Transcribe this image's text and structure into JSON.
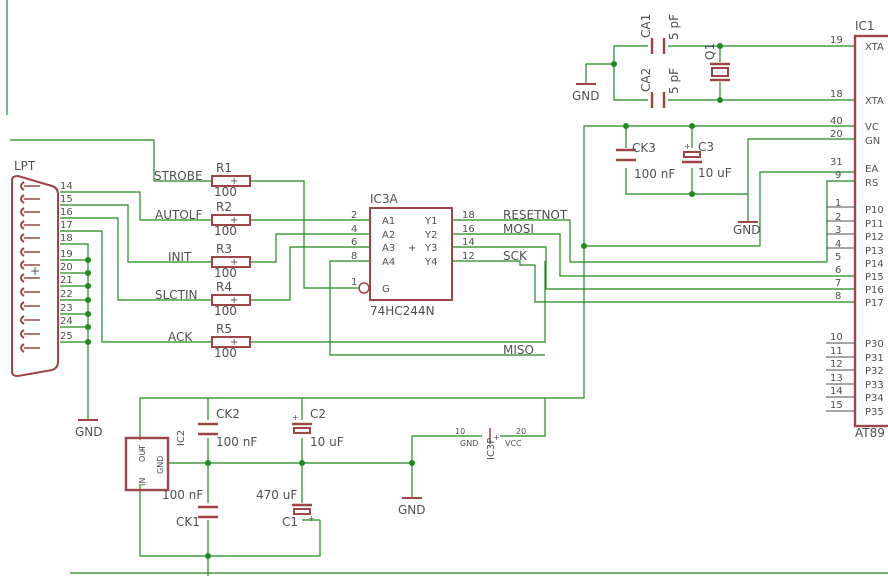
{
  "lpt": {
    "name": "LPT",
    "pins": [
      "14",
      "15",
      "16",
      "17",
      "18",
      "19",
      "20",
      "21",
      "22",
      "23",
      "24",
      "25"
    ]
  },
  "signals": {
    "strobe": "STROBE",
    "autolf": "AUTOLF",
    "init": "INIT",
    "slctin": "SLCTIN",
    "ack": "ACK"
  },
  "resistors": [
    {
      "name": "R1",
      "value": "100"
    },
    {
      "name": "R2",
      "value": "100"
    },
    {
      "name": "R3",
      "value": "100"
    },
    {
      "name": "R4",
      "value": "100"
    },
    {
      "name": "R5",
      "value": "100"
    }
  ],
  "buffer": {
    "name": "IC3A",
    "part": "74HC244N",
    "pins_in": [
      "A1",
      "A2",
      "A3",
      "A4",
      "G"
    ],
    "pins_out": [
      "Y1",
      "Y2",
      "Y3",
      "Y4"
    ],
    "num_in": [
      "2",
      "4",
      "6",
      "8",
      "1"
    ],
    "num_out": [
      "18",
      "16",
      "14",
      "12"
    ]
  },
  "nets": {
    "resetnot": "RESETNOT",
    "mosi": "MOSI",
    "sck": "SCK",
    "miso": "MISO",
    "gnd": "GND"
  },
  "mcu": {
    "name": "IC1",
    "part": "AT89",
    "top_pins": [
      {
        "num": "19",
        "label": "XTA"
      },
      {
        "num": "18",
        "label": "XTA"
      },
      {
        "num": "40",
        "label": "VC"
      },
      {
        "num": "20",
        "label": "GN"
      },
      {
        "num": "31",
        "label": "EA"
      },
      {
        "num": "9",
        "label": "RS"
      }
    ],
    "port1": [
      {
        "num": "1",
        "label": "P10"
      },
      {
        "num": "2",
        "label": "P11"
      },
      {
        "num": "3",
        "label": "P12"
      },
      {
        "num": "4",
        "label": "P13"
      },
      {
        "num": "5",
        "label": "P14"
      },
      {
        "num": "6",
        "label": "P15"
      },
      {
        "num": "7",
        "label": "P16"
      },
      {
        "num": "8",
        "label": "P17"
      }
    ],
    "port3": [
      {
        "num": "10",
        "label": "P30"
      },
      {
        "num": "11",
        "label": "P31"
      },
      {
        "num": "12",
        "label": "P32"
      },
      {
        "num": "13",
        "label": "P33"
      },
      {
        "num": "14",
        "label": "P34"
      },
      {
        "num": "15",
        "label": "P35"
      }
    ]
  },
  "crystal": {
    "name": "Q1",
    "ca1": "CA1",
    "ca1_val": "5 pF",
    "ca2": "CA2",
    "ca2_val": "5 pF"
  },
  "decoupling": {
    "ck3": "CK3",
    "ck3_val": "100 nF",
    "c3": "C3",
    "c3_val": "10 uF"
  },
  "power_ic": {
    "name": "IC3P",
    "gnd_pin": "10",
    "gnd": "GND",
    "vcc_pin": "20",
    "vcc": "VCC"
  },
  "regulator": {
    "name": "IC2",
    "out": "OUT",
    "in": "IN",
    "gnd": "GND"
  },
  "supply": {
    "ck2": "CK2",
    "ck2_val": "100 nF",
    "c2": "C2",
    "c2_val": "10 uF",
    "ck1": "CK1",
    "ck1_val": "100 nF",
    "c1": "C1",
    "c1_val": "470 uF"
  }
}
